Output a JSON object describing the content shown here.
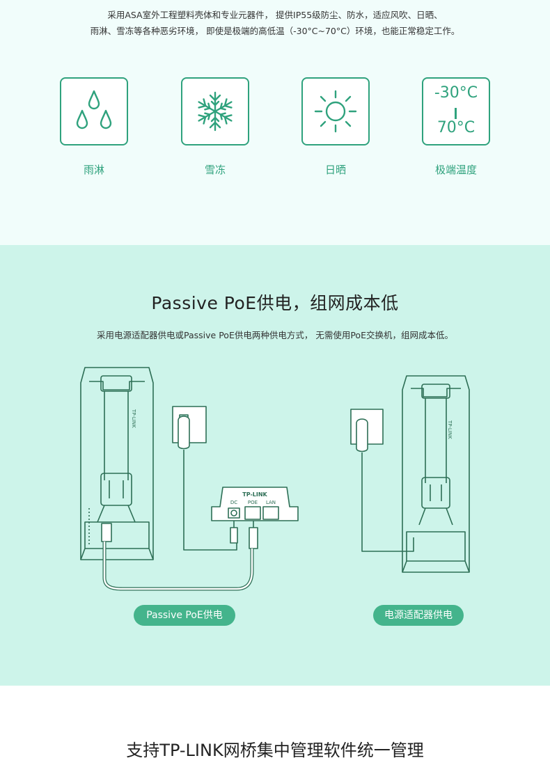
{
  "intro": {
    "line1": "采用ASA室外工程塑料壳体和专业元器件， 提供IP55级防尘、防水，适应风吹、日晒、",
    "line2": "雨淋、雪冻等各种恶劣环境， 即使是极端的高低温（-30°C~70°C）环境，也能正常稳定工作。"
  },
  "features": [
    {
      "label": "雨淋",
      "icon": "raindrops-icon"
    },
    {
      "label": "雪冻",
      "icon": "snowflake-icon"
    },
    {
      "label": "日晒",
      "icon": "sun-icon"
    },
    {
      "label": "极端温度",
      "icon": "temperature-icon",
      "temp_high": "-30°C",
      "temp_low": "70°C"
    }
  ],
  "poe": {
    "title": "Passive PoE供电，组网成本低",
    "subtitle": "采用电源适配器供电或Passive PoE供电两种供电方式， 无需使用PoE交换机，组网成本低。",
    "injector_brand": "TP-LINK",
    "port_dc": "DC",
    "port_poe": "POE",
    "port_lan": "LAN",
    "device_brand": "TP-LINK",
    "left_pill": "Passive PoE供电",
    "right_pill": "电源适配器供电"
  },
  "management": {
    "title": "支持TP-LINK网桥集中管理软件统一管理"
  },
  "colors": {
    "accent": "#2fa27d",
    "pill": "#44b48c",
    "section_bg_light": "#f1fdfb",
    "section_bg_mint": "#cdf4ea"
  }
}
